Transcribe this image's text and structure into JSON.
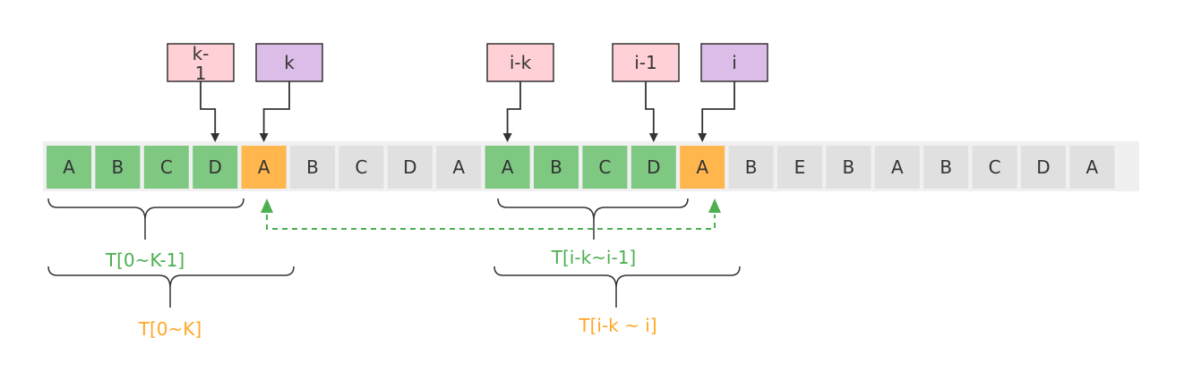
{
  "cells": [
    "A",
    "B",
    "C",
    "D",
    "A",
    "B",
    "C",
    "D",
    "A",
    "A",
    "B",
    "C",
    "D",
    "A",
    "B",
    "E",
    "B",
    "A",
    "B",
    "C",
    "D",
    "A"
  ],
  "cell_states": [
    "match",
    "match",
    "match",
    "match",
    "current",
    "plain",
    "plain",
    "plain",
    "plain",
    "match",
    "match",
    "match",
    "match",
    "current",
    "plain",
    "plain",
    "plain",
    "plain",
    "plain",
    "plain",
    "plain",
    "plain"
  ],
  "colors": {
    "match_fill": "#7ec882",
    "current_fill": "#ffb64d",
    "plain_fill": "#e0e0e0",
    "pointer_prev_fill": "#ffd1d6",
    "pointer_cur_fill": "#dcbde8",
    "green_label": "#4caf50",
    "orange_label": "#ffa726"
  },
  "pointers": [
    {
      "label": "k-\n1",
      "kind": "prev",
      "target_index": 3
    },
    {
      "label": "k",
      "kind": "cur",
      "target_index": 4
    },
    {
      "label": "i-k",
      "kind": "prev",
      "target_index": 9
    },
    {
      "label": "i-1",
      "kind": "prev",
      "target_index": 12
    },
    {
      "label": "i",
      "kind": "cur",
      "target_index": 13
    }
  ],
  "labels": {
    "prefix_match": "T[0~K-1]",
    "prefix_full": "T[0~K]",
    "suffix_match": "T[i-k~i-1]",
    "suffix_full": "T[i-k ~ i]"
  }
}
